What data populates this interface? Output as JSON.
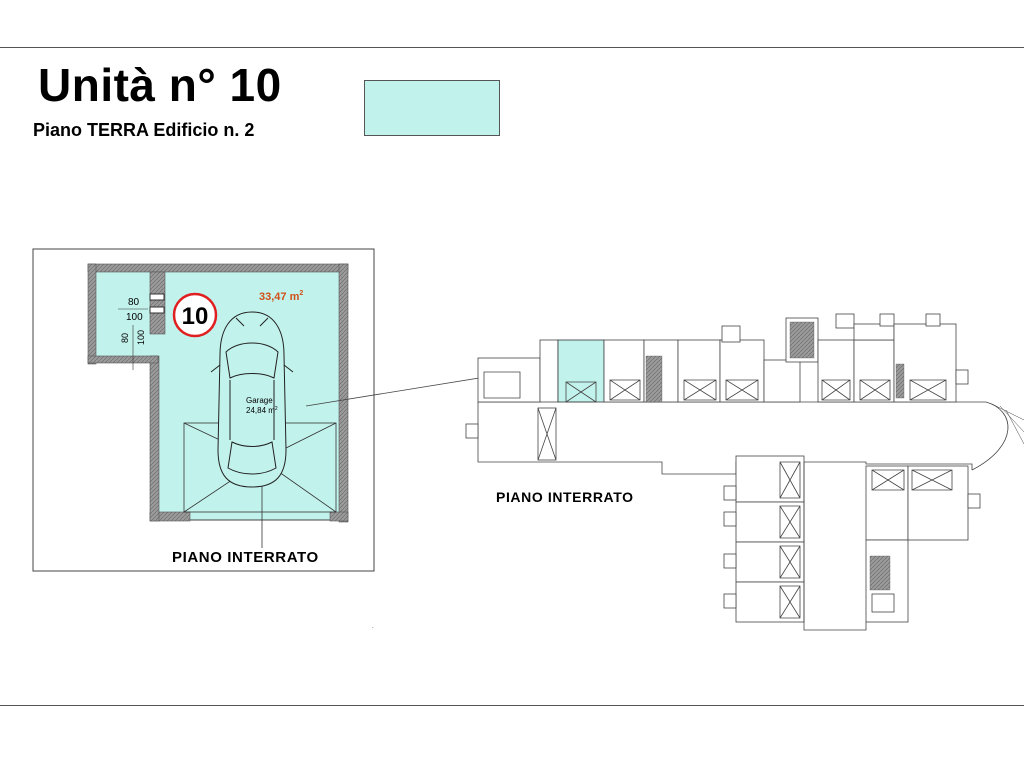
{
  "header": {
    "title": "Unità n° 10",
    "subtitle": "Piano TERRA Edificio n. 2"
  },
  "legend": {
    "swatch_color": "#c2f2ec"
  },
  "detail": {
    "unit_number": "10",
    "area_label": "33,47 m",
    "area_sup": "2",
    "room_name": "Garage",
    "room_area": "24,84 m",
    "room_area_sup": "2",
    "dim_80_a": "80",
    "dim_100_a": "100",
    "dim_80_b": "80",
    "dim_100_b": "100",
    "caption": "PIANO INTERRATO"
  },
  "overview": {
    "caption": "PIANO INTERRATO"
  },
  "colors": {
    "highlight": "#c2f2ec",
    "accent_red": "#e02020",
    "area_orange": "#d05018",
    "wall": "#808080"
  }
}
